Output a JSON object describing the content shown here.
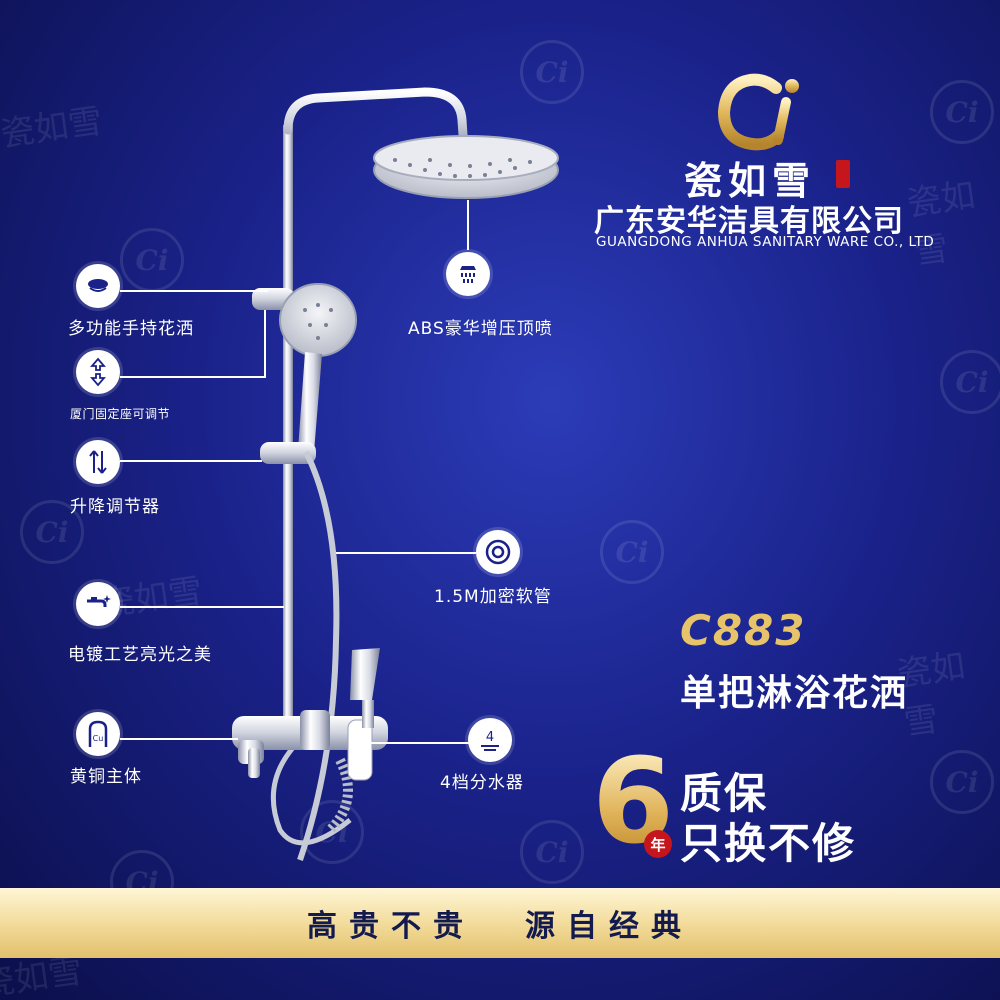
{
  "brand": {
    "logo_letters": "Ci",
    "name_cn": "瓷如雪",
    "company_cn": "广东安华洁具有限公司",
    "company_en": "GUANGDONG ANHUA SANITARY WARE CO., LTD"
  },
  "features": [
    {
      "label": "多功能手持花洒",
      "icon": "handheld-shower-icon"
    },
    {
      "label": "厦门固定座可调节",
      "icon": "adjust-arrows-icon"
    },
    {
      "label": "升降调节器",
      "icon": "lift-arrows-icon"
    },
    {
      "label": "电镀工艺亮光之美",
      "icon": "faucet-shine-icon"
    },
    {
      "label": "黄铜主体",
      "icon": "brass-cu-icon",
      "icon_text": "Cu"
    },
    {
      "label": "ABS豪华增压顶喷",
      "icon": "rain-shower-icon"
    },
    {
      "label": "1.5M加密软管",
      "icon": "hose-coil-icon"
    },
    {
      "label": "4档分水器",
      "icon": "diverter-4-icon",
      "icon_text": "4"
    }
  ],
  "product": {
    "model": "C883",
    "name": "单把淋浴花洒"
  },
  "warranty": {
    "number": "6",
    "unit": "年",
    "line1": "质保",
    "line2": "只换不修"
  },
  "slogan": {
    "part1": "高贵不贵",
    "part2": "源自经典"
  },
  "colors": {
    "background": "#1a228a",
    "gold": "#e7c36a",
    "seal_red": "#c4161c",
    "band": "#f3dc9c"
  }
}
